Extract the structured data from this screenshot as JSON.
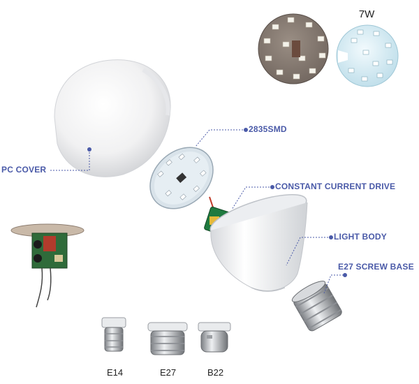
{
  "wattage_label": "7W",
  "label_color": "#4a5aa8",
  "callouts": {
    "pc_cover": "PC COVER",
    "smd": "2835SMD",
    "driver": "CONSTANT CURRENT DRIVE",
    "light_body": "LIGHT BODY",
    "screw_base": "E27 SCREW BASE"
  },
  "bases": {
    "e14": "E14",
    "e27": "E27",
    "b22": "B22"
  }
}
